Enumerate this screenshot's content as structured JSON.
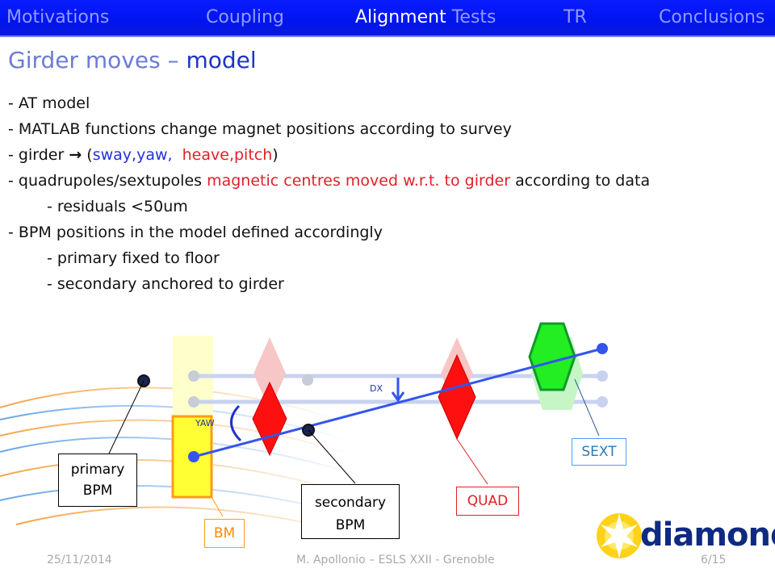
{
  "nav": {
    "items": [
      "Motivations",
      "Coupling",
      "Alignment",
      "Tests",
      "TR",
      "Conclusions"
    ]
  },
  "title": {
    "main": "Girder moves – ",
    "highlight": "model"
  },
  "bullets": {
    "l1": "- AT model",
    "l2": "- MATLAB functions change magnet positions according to survey",
    "l3_pre": "- girder ",
    "l3_arrow": "→",
    "l3_open": " (",
    "l3_blue": "sway,yaw,",
    "l3_red": "heave,pitch",
    "l3_close": ")",
    "l4_pre": "- quadrupoles/sextupoles ",
    "l4_red": "magnetic centres moved w.r.t. to girder",
    "l4_post": " according to data",
    "l5": "- residuals  <50um",
    "l6": "- BPM positions in the model defined accordingly",
    "l7": "- primary fixed to floor",
    "l8": "- secondary anchored to girder"
  },
  "diagram": {
    "yaw": "YAW",
    "dx": "DX",
    "sext": "SEXT",
    "quad": "QUAD",
    "bm": "BM",
    "primary_l1": "primary",
    "primary_l2": "BPM",
    "secondary_l1": "secondary",
    "secondary_l2": "BPM"
  },
  "footer": {
    "date": "25/11/2014",
    "author": "M. Apollonio – ESLS XXII - Grenoble",
    "page": "6/15"
  },
  "logo": {
    "text": "diamond"
  },
  "colors": {
    "nav_bg": "#0014f0",
    "title_blue": "#1f33c8",
    "accent_red": "#e0202a",
    "accent_blue": "#2233dd",
    "sext_green": "#1ec81e",
    "bm_yellow": "#ffff33"
  }
}
